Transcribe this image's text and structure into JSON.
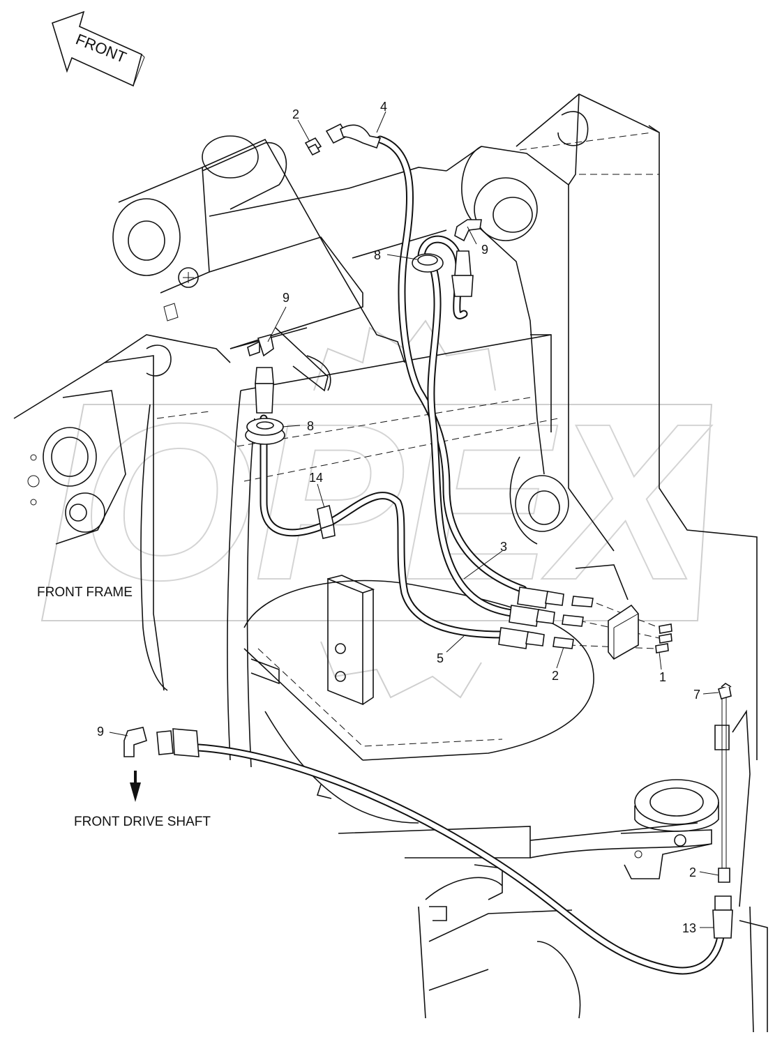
{
  "front_arrow_label": "FRONT",
  "captions": {
    "front_frame": "FRONT FRAME",
    "front_drive_shaft": "FRONT DRIVE SHAFT"
  },
  "watermark": "OPEX",
  "callouts": [
    "2",
    "4",
    "9",
    "8",
    "9",
    "8",
    "14",
    "3",
    "5",
    "2",
    "1",
    "7",
    "9",
    "2",
    "13"
  ]
}
